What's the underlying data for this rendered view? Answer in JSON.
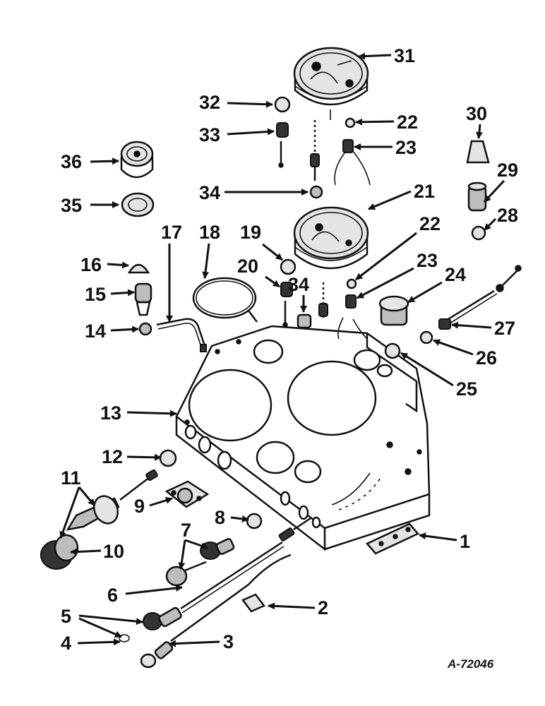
{
  "diagram": {
    "reference_code": "A-72046",
    "callouts": [
      "1",
      "2",
      "3",
      "4",
      "5",
      "6",
      "7",
      "8",
      "9",
      "10",
      "11",
      "12",
      "13",
      "14",
      "15",
      "16",
      "17",
      "18",
      "19",
      "20",
      "21",
      "22",
      "22",
      "23",
      "23",
      "24",
      "25",
      "26",
      "27",
      "28",
      "29",
      "30",
      "31",
      "32",
      "33",
      "34",
      "34",
      "35",
      "36"
    ]
  }
}
